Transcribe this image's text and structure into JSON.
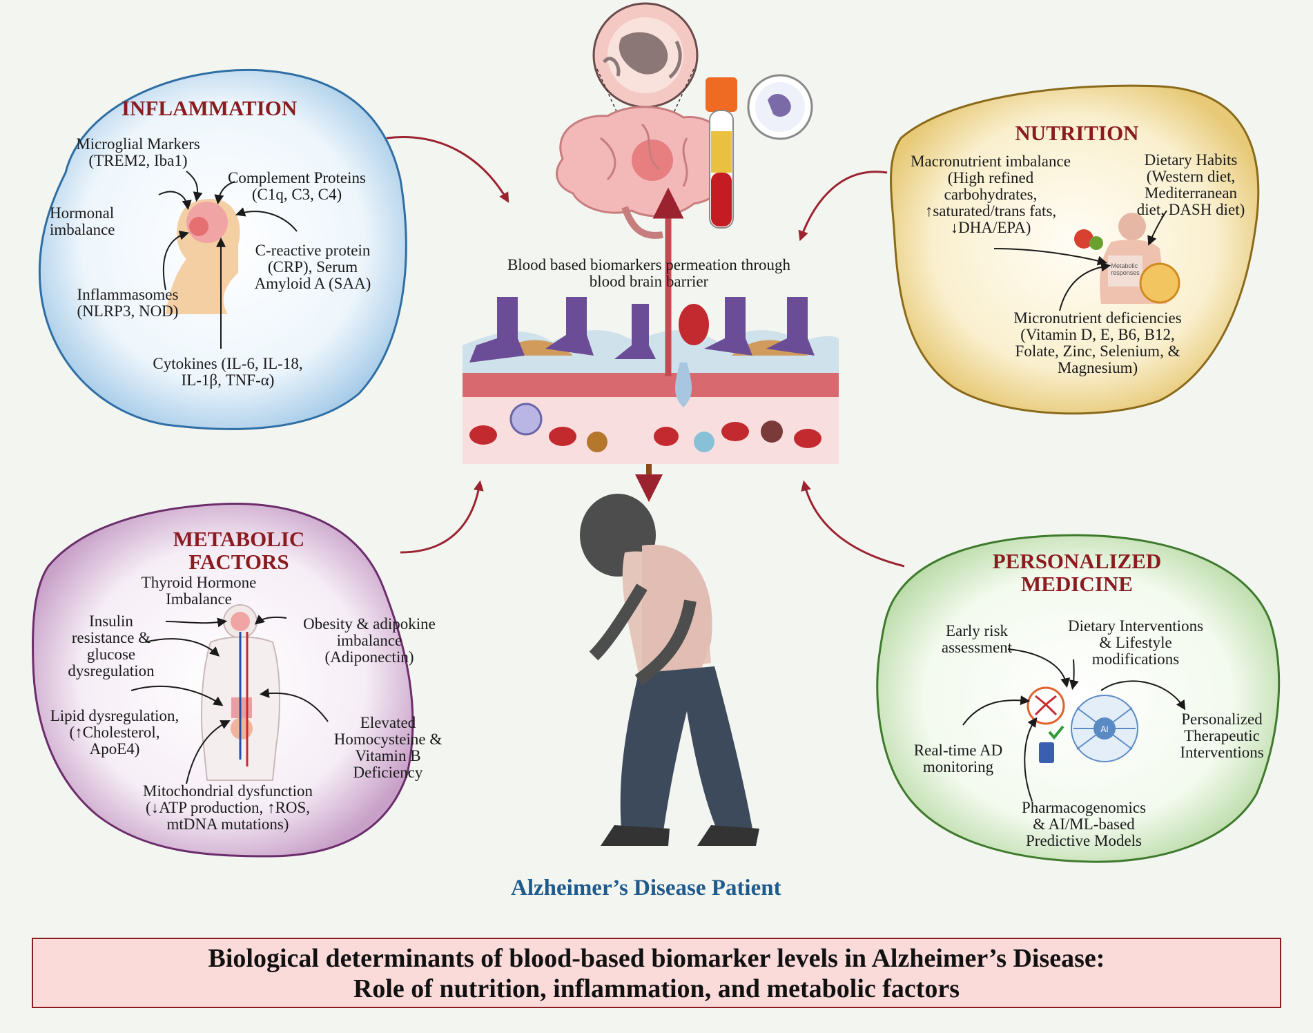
{
  "center": {
    "bbb_label": [
      "Blood based biomarkers permeation through",
      "blood brain barrier"
    ],
    "patient_label": "Alzheimer’s Disease Patient"
  },
  "inflammation": {
    "title": "INFLAMMATION",
    "items": {
      "microglial": [
        "Microglial Markers",
        "(TREM2, Iba1)"
      ],
      "complement": [
        "Complement Proteins",
        "(C1q, C3, C4)"
      ],
      "hormonal": [
        "Hormonal",
        "imbalance"
      ],
      "crp": [
        "C-reactive protein",
        "(CRP), Serum",
        "Amyloid A (SAA)"
      ],
      "inflammasomes": [
        "Inflammasomes",
        "(NLRP3, NOD)"
      ],
      "cytokines": [
        "Cytokines (IL-6, IL-18,",
        "IL-1β, TNF-α)"
      ]
    }
  },
  "nutrition": {
    "title": "NUTRITION",
    "items": {
      "macronutrient": [
        "Macronutrient imbalance",
        "(High refined",
        "carbohydrates,",
        "↑saturated/trans fats,",
        "↓DHA/EPA)"
      ],
      "dietary_habits": [
        "Dietary Habits",
        "(Western diet,",
        "Mediterranean",
        "diet, DASH diet)"
      ],
      "micronutrient": [
        "Micronutrient deficiencies",
        "(Vitamin D, E, B6, B12,",
        "Folate, Zinc, Selenium, &",
        "Magnesium)"
      ]
    },
    "figure_text": [
      "Metabolic",
      "responses"
    ]
  },
  "metabolic": {
    "title": [
      "METABOLIC",
      "FACTORS"
    ],
    "items": {
      "thyroid": [
        "Thyroid Hormone",
        "Imbalance"
      ],
      "insulin": [
        "Insulin",
        "resistance &",
        "glucose",
        "dysregulation"
      ],
      "obesity": [
        "Obesity & adipokine",
        "imbalance",
        "(Adiponectin)"
      ],
      "lipid": [
        "Lipid dysregulation,",
        "(↑Cholesterol,",
        "ApoE4)"
      ],
      "homocysteine": [
        "Elevated",
        "Homocysteine &",
        "Vitamin B",
        "Deficiency"
      ],
      "mitochondrial": [
        "Mitochondrial dysfunction",
        "(↓ATP production, ↑ROS,",
        "mtDNA mutations)"
      ]
    }
  },
  "personalized": {
    "title": [
      "PERSONALIZED",
      "MEDICINE"
    ],
    "items": {
      "early_risk": [
        "Early risk",
        "assessment"
      ],
      "dietary": [
        "Dietary Interventions",
        "& Lifestyle",
        "modifications"
      ],
      "realtime": [
        "Real-time AD",
        "monitoring"
      ],
      "therapeutic": [
        "Personalized",
        "Therapeutic",
        "Interventions"
      ],
      "pharmaco": [
        "Pharmacogenomics",
        "& AI/ML-based",
        "Predictive Models"
      ]
    },
    "ai_badge": "AI"
  },
  "caption": {
    "line1": "Biological determinants of blood-based biomarker levels in Alzheimer’s Disease:",
    "line2": "Role of nutrition, inflammation, and metabolic factors"
  },
  "colors": {
    "title_red": "#8a1b1f",
    "arrow_red": "#9b2330",
    "patient_blue": "#1f5a8c",
    "inflammation_fill": "#dcecf8",
    "nutrition_fill": "#f5e7b4",
    "metabolic_fill": "#ead3ea",
    "personalized_fill": "#e9f4e0",
    "caption_fill": "#fbdada"
  }
}
